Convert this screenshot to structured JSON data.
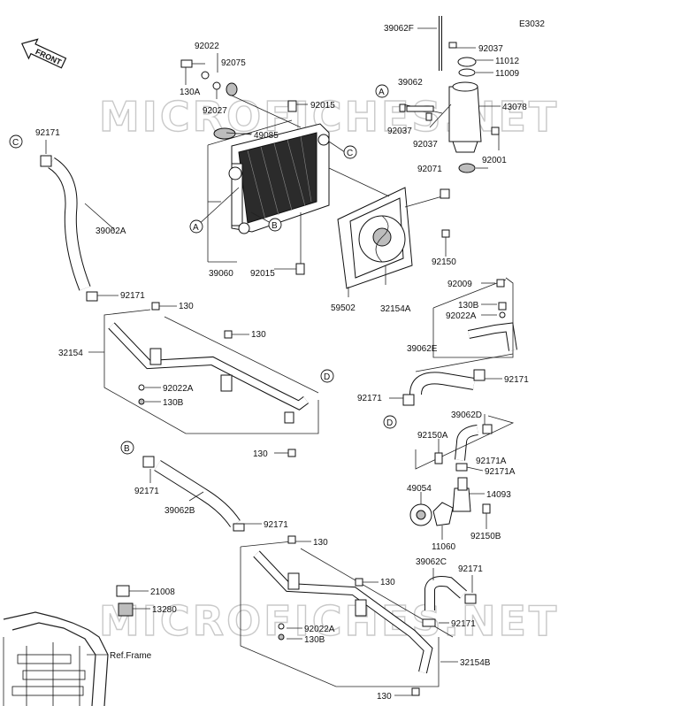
{
  "diagram": {
    "code": "E3032",
    "watermark": "MICROFICHES.NET",
    "front_label": "FRONT",
    "ref_frame": "Ref.Frame",
    "markers": [
      "A",
      "B",
      "C",
      "D"
    ],
    "parts": [
      "39062F",
      "92037",
      "11012",
      "11009",
      "43078",
      "39062",
      "92037",
      "92037",
      "92001",
      "92071",
      "92022",
      "92075",
      "130A",
      "92027",
      "92015",
      "49085",
      "39060",
      "92015",
      "59502",
      "92150",
      "92171",
      "39062A",
      "92171",
      "130",
      "130",
      "32154",
      "92022A",
      "130B",
      "130",
      "92009",
      "32154A",
      "130B",
      "92022A",
      "39062E",
      "92171",
      "92171",
      "39062D",
      "92150A",
      "92171A",
      "92171A",
      "49054",
      "14093",
      "11060",
      "92150B",
      "92171",
      "39062B",
      "92171",
      "130",
      "130",
      "92022A",
      "130B",
      "39062C",
      "92171",
      "92171",
      "32154B",
      "130",
      "21008",
      "13280"
    ]
  }
}
